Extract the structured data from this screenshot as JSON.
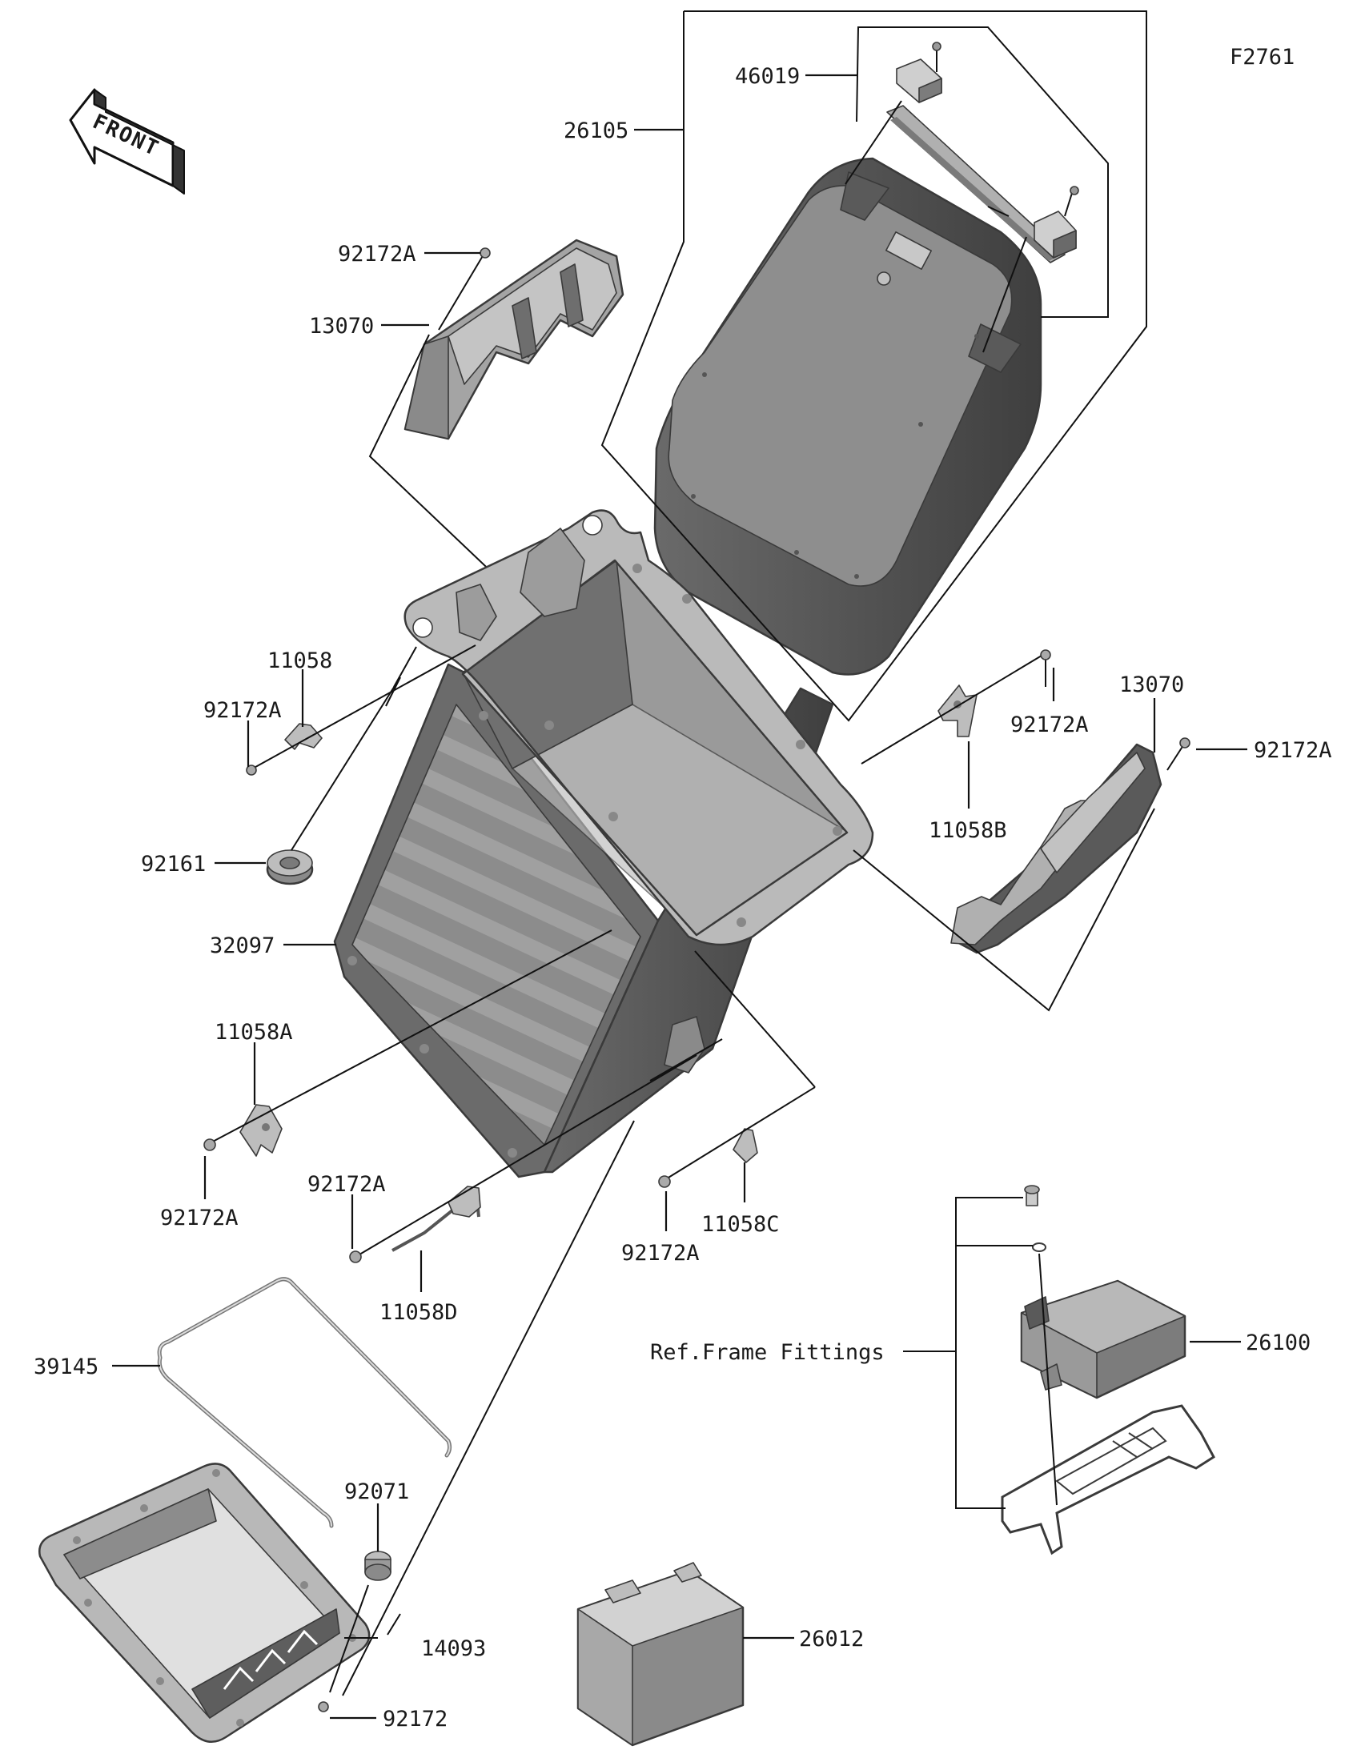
{
  "figure_code": "F2761",
  "front_label": "FRONT",
  "labels": {
    "p26105": "26105",
    "p46019": "46019",
    "p92172A_1": "92172A",
    "p13070_1": "13070",
    "p11058": "11058",
    "p92172A_2": "92172A",
    "p92161": "92161",
    "p32097": "32097",
    "p92172A_3": "92172A",
    "p13070_2": "13070",
    "p92172A_4": "92172A",
    "p11058B": "11058B",
    "p11058A": "11058A",
    "p92172A_5": "92172A",
    "p92172A_6": "92172A",
    "p11058D": "11058D",
    "p92172A_7": "92172A",
    "p11058C": "11058C",
    "p39145": "39145",
    "p92071": "92071",
    "p14093": "14093",
    "p92172": "92172",
    "ref_frame": "Ref.Frame Fittings",
    "p26100": "26100",
    "p26012": "26012"
  },
  "colors": {
    "part_light": "#d2d2d2",
    "part_mid": "#a8a8a8",
    "part_dark": "#6e6e6e",
    "part_darker": "#4d4d4d",
    "line": "#111111"
  }
}
